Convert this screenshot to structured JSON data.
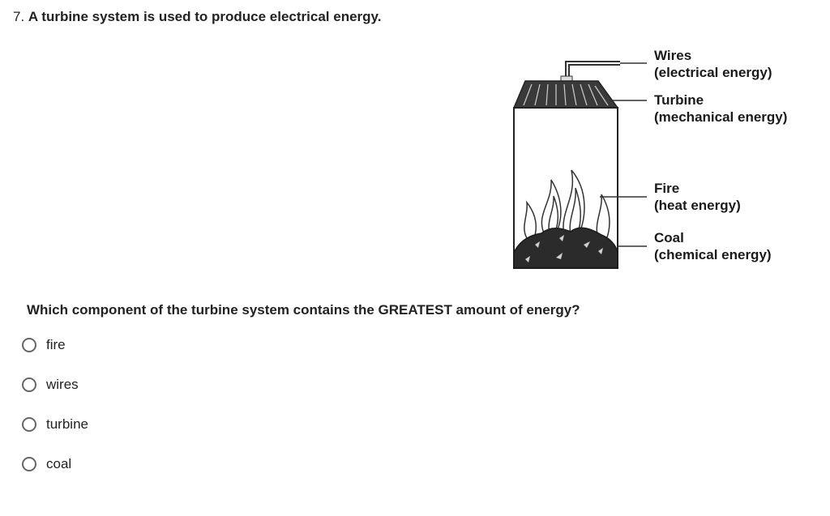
{
  "question": {
    "number": "7.",
    "text": "A turbine system is used to produce electrical energy."
  },
  "diagram": {
    "labels": [
      {
        "name": "Wires",
        "energy": "(electrical energy)"
      },
      {
        "name": "Turbine",
        "energy": "(mechanical energy)"
      },
      {
        "name": "Fire",
        "energy": "(heat energy)"
      },
      {
        "name": "Coal",
        "energy": "(chemical energy)"
      }
    ]
  },
  "prompt": "Which component of the turbine system contains the GREATEST amount of energy?",
  "options": [
    {
      "label": "fire",
      "selected": false
    },
    {
      "label": "wires",
      "selected": false
    },
    {
      "label": "turbine",
      "selected": false
    },
    {
      "label": "coal",
      "selected": false
    }
  ],
  "colors": {
    "text": "#222222",
    "radio_border": "#666666"
  }
}
